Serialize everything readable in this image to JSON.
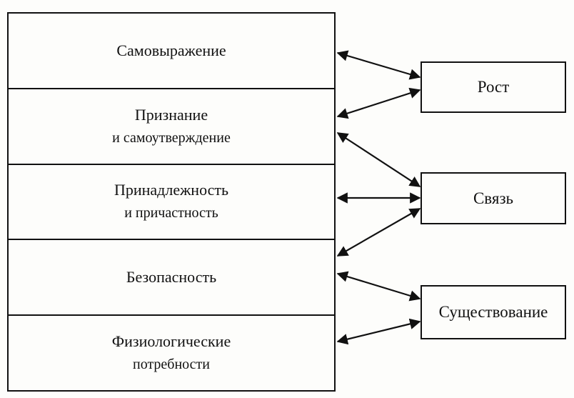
{
  "hierarchy": {
    "levels": [
      {
        "line1": "Самовыражение",
        "line2": ""
      },
      {
        "line1": "Признание",
        "line2": "и самоутверждение"
      },
      {
        "line1": "Принадлежность",
        "line2": "и причастность"
      },
      {
        "line1": "Безопасность",
        "line2": ""
      },
      {
        "line1": "Физиологические",
        "line2": "потребности"
      }
    ]
  },
  "needs": [
    {
      "label": "Рост"
    },
    {
      "label": "Связь"
    },
    {
      "label": "Существование"
    }
  ],
  "links": [
    {
      "from_level": 0,
      "to_need": 0
    },
    {
      "from_level": 1,
      "to_need": 0
    },
    {
      "from_level": 1,
      "to_need": 1
    },
    {
      "from_level": 2,
      "to_need": 1
    },
    {
      "from_level": 3,
      "to_need": 1
    },
    {
      "from_level": 3,
      "to_need": 2
    },
    {
      "from_level": 4,
      "to_need": 2
    }
  ]
}
